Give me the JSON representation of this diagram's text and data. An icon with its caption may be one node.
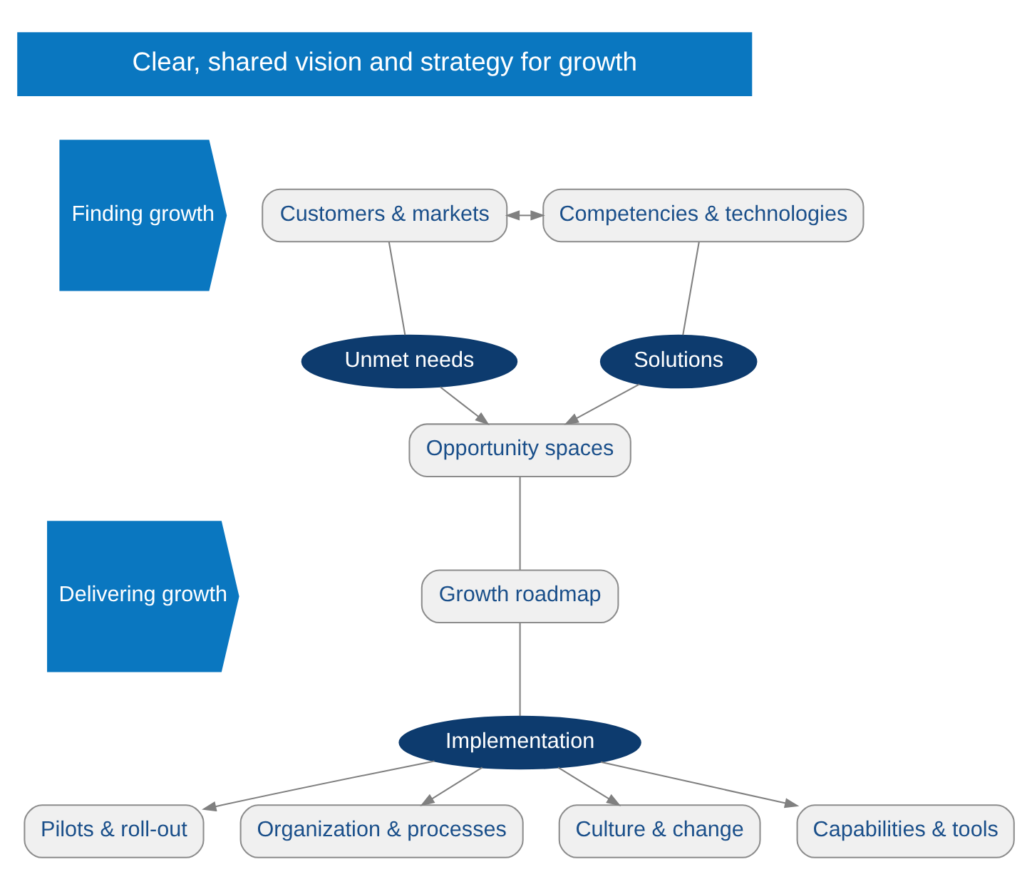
{
  "diagram": {
    "nodes": [
      {
        "text": [
          "Clear, shared vision and strategy for growth"
        ]
      },
      {
        "text": [
          "Finding growth"
        ]
      },
      {
        "text": [
          "Delivering growth"
        ]
      },
      {
        "text": [
          "Customers & markets"
        ]
      },
      {
        "text": [
          "Competencies & technologies"
        ]
      },
      {
        "text": [
          "Unmet needs"
        ]
      },
      {
        "text": [
          "Solutions"
        ]
      },
      {
        "text": [
          "Opportunity spaces"
        ]
      },
      {
        "text": [
          "Growth roadmap"
        ]
      },
      {
        "text": [
          "Implementation"
        ]
      },
      {
        "text": [
          "Pilots & roll-out"
        ]
      },
      {
        "text": [
          "Organization & processes"
        ]
      },
      {
        "text": [
          "Culture & change"
        ]
      },
      {
        "text": [
          "Capabilities & tools"
        ]
      }
    ],
    "edges": [
      {
        "from": 3,
        "to": 4,
        "arrow": "both"
      },
      {
        "from": 3,
        "to": 5,
        "arrow": "none"
      },
      {
        "from": 4,
        "to": 6,
        "arrow": "none"
      },
      {
        "from": 5,
        "to": 7,
        "arrow": "to"
      },
      {
        "from": 6,
        "to": 7,
        "arrow": "to"
      },
      {
        "from": 7,
        "to": 8,
        "arrow": "none"
      },
      {
        "from": 8,
        "to": 9,
        "arrow": "none"
      },
      {
        "from": 9,
        "to": 10,
        "arrow": "to"
      },
      {
        "from": 9,
        "to": 11,
        "arrow": "to"
      },
      {
        "from": 9,
        "to": 12,
        "arrow": "to"
      },
      {
        "from": 9,
        "to": 13,
        "arrow": "to"
      }
    ]
  }
}
